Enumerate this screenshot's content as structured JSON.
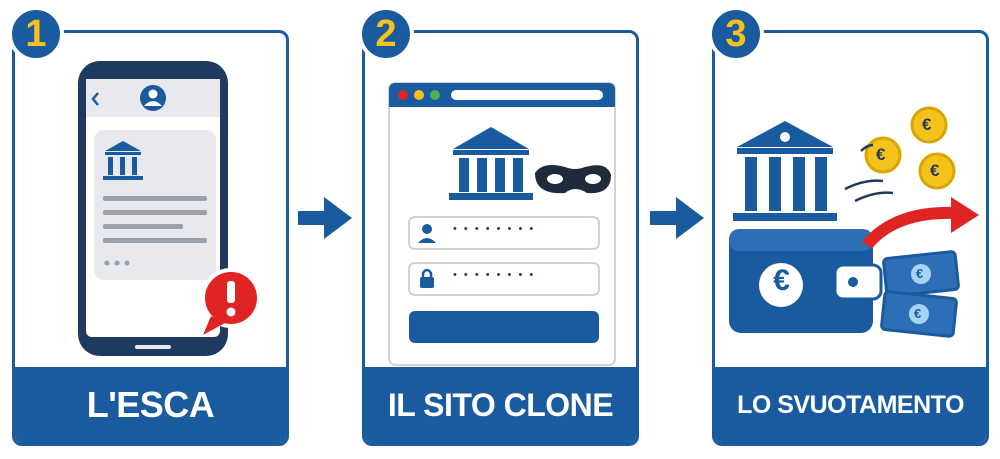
{
  "colors": {
    "primary": "#1a5a9e",
    "dark": "#1f3a5f",
    "accent": "#f5c21b",
    "alert": "#e02424",
    "light_gray": "#e7e9ee"
  },
  "steps": [
    {
      "number": "1",
      "title": "L'ESCA",
      "icon": "phishing-sms-phone-icon"
    },
    {
      "number": "2",
      "title": "IL SITO CLONE",
      "icon": "fake-bank-login-page-icon"
    },
    {
      "number": "3",
      "title": "LO SVUOTAMENTO",
      "icon": "emptied-wallet-money-icon"
    }
  ],
  "connectors": {
    "icon": "arrow-right-icon"
  },
  "step2_form": {
    "username_dots": "• • • • • • • •",
    "password_dots": "• • • • • • • •"
  },
  "step3_art": {
    "coin_symbol": "€",
    "wallet_symbol": "€",
    "banknote_symbol": "€"
  }
}
